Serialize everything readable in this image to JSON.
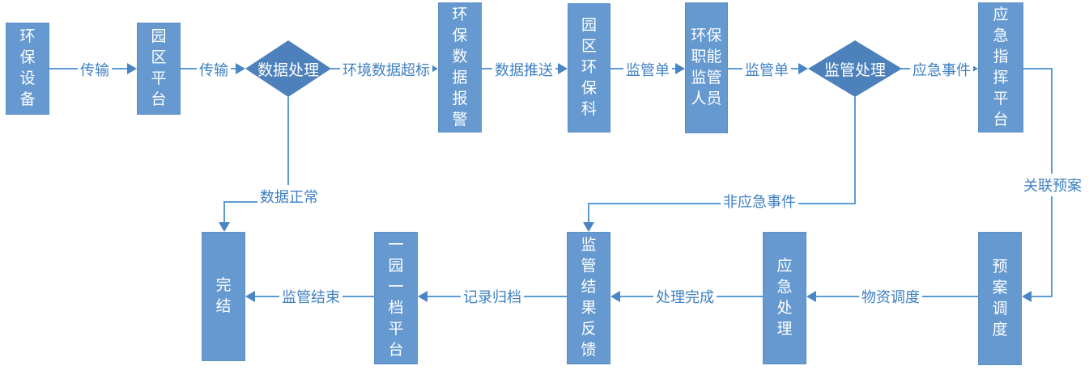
{
  "diagram": {
    "title": "environmental-supervision-flowchart",
    "nodes": {
      "env_device": {
        "label": "环\n保\n设\n备",
        "shape": "rect"
      },
      "park_platform": {
        "label": "园\n区\n平\n台",
        "shape": "rect"
      },
      "data_processing": {
        "label": "数据处理",
        "shape": "diamond"
      },
      "env_data_alarm": {
        "label": "环\n保\n数\n据\n报\n警",
        "shape": "rect"
      },
      "park_env_dept": {
        "label": "园\n区\n环\n保\n科",
        "shape": "rect"
      },
      "env_supervisors": {
        "label": "环保\n职能\n监管\n人员",
        "shape": "rect"
      },
      "supervision_processing": {
        "label": "监管处理",
        "shape": "diamond"
      },
      "emergency_platform": {
        "label": "应\n急\n指\n挥\n平\n台",
        "shape": "rect"
      },
      "finish": {
        "label": "完\n结",
        "shape": "rect"
      },
      "archive_platform": {
        "label": "一\n园\n一\n档\n平\n台",
        "shape": "rect"
      },
      "supervision_feedback": {
        "label": "监\n管\n结\n果\n反\n馈",
        "shape": "rect"
      },
      "emergency_handling": {
        "label": "应\n急\n处\n理",
        "shape": "rect"
      },
      "plan_dispatch": {
        "label": "预\n案\n调\n度",
        "shape": "rect"
      }
    },
    "edge_labels": {
      "transmit_1": "传输",
      "transmit_2": "传输",
      "data_over_threshold": "环境数据超标",
      "data_push": "数据推送",
      "supervision_order_1": "监管单",
      "supervision_order_2": "监管单",
      "emergency_event": "应急事件",
      "linked_plan": "关联预案",
      "data_normal": "数据正常",
      "non_emergency_event": "非应急事件",
      "material_dispatch": "物资调度",
      "handling_complete": "处理完成",
      "record_archive": "记录归档",
      "supervision_end": "监管结束"
    },
    "colors": {
      "rect_fill": "#6599d0",
      "rect_border": "#5d8fc7",
      "diamond_fill": "#4d81bc",
      "line": "#5b9bd5",
      "arrowhead": "#4a86c5",
      "edge_label_text": "#3f80c4",
      "node_text": "#ffffff",
      "background": "#ffffff"
    }
  }
}
